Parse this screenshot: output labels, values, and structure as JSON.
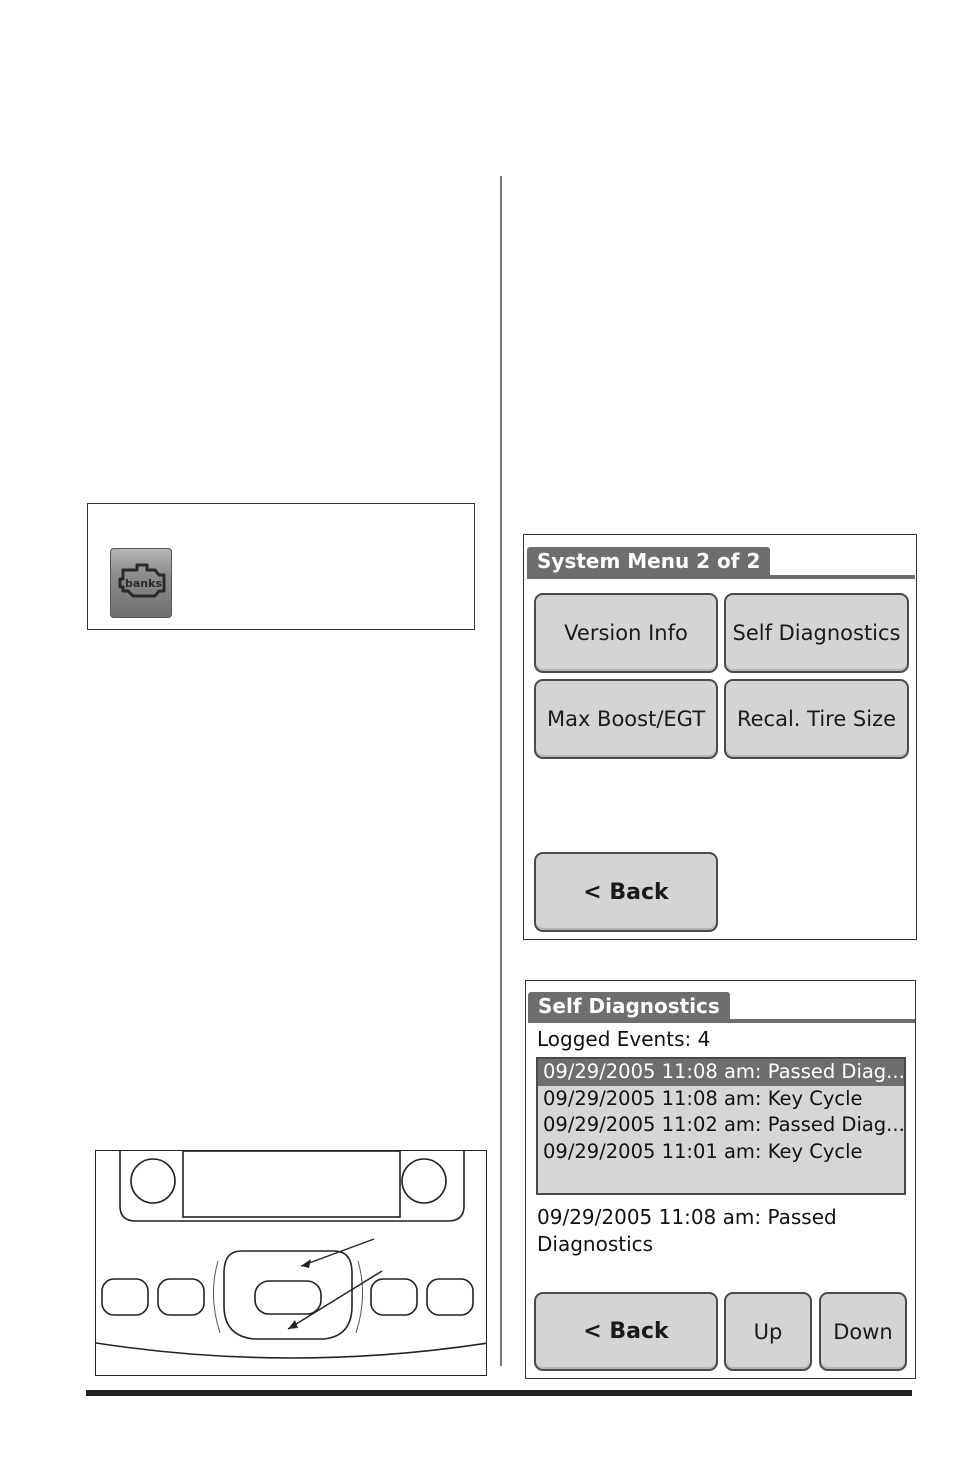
{
  "icon_box": {
    "icon": "engine-icon",
    "icon_label": "banks"
  },
  "system_menu": {
    "title": "System Menu 2 of 2",
    "buttons": [
      {
        "label": "Version Info"
      },
      {
        "label": "Self Diagnostics"
      },
      {
        "label": "Max Boost/EGT"
      },
      {
        "label": "Recal. Tire Size"
      }
    ],
    "back_label": "< Back"
  },
  "self_diagnostics": {
    "title": "Self Diagnostics",
    "logged_events_label": "Logged Events: 4",
    "events": [
      {
        "text": "09/29/2005 11:08 am: Passed Diag...",
        "selected": true
      },
      {
        "text": "09/29/2005 11:08 am: Key Cycle",
        "selected": false
      },
      {
        "text": "09/29/2005 11:02 am: Passed Diag...",
        "selected": false
      },
      {
        "text": "09/29/2005 11:01 am: Key Cycle",
        "selected": false
      }
    ],
    "detail_line1": "09/29/2005 11:08 am: Passed",
    "detail_line2": "Diagnostics",
    "back_label": "< Back",
    "up_label": "Up",
    "down_label": "Down"
  }
}
